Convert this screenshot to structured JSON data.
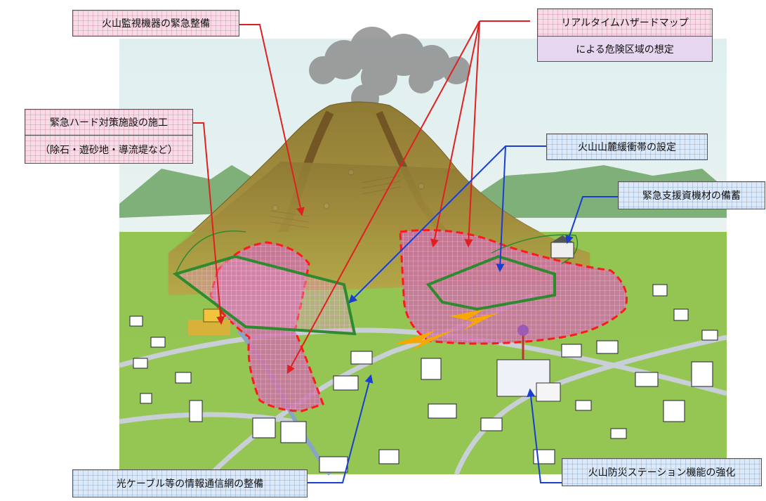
{
  "labels": {
    "monitoring": "火山監視機器の緊急整備",
    "hazard_map_line1": "リアルタイムハザードマップ",
    "hazard_map_line2": "による危険区域の想定",
    "hard_measures_line1": "緊急ハード対策施設の施工",
    "hard_measures_line2": "（除石・遊砂地・導流堤など）",
    "buffer_zone": "火山山麓緩衝帯の設定",
    "stockpile": "緊急支援資機材の備蓄",
    "fiber_network": "光ケーブル等の情報通信網の整備",
    "station": "火山防災ステーション機能の強化"
  },
  "colors": {
    "sky": "#eef3f2",
    "volcano": "#b19a3e",
    "ground": "#8fc24a",
    "hazard_zone": "#b85a8a",
    "buffer_outline": "#2f8a2f",
    "red_arrow": "#e02020",
    "blue_arrow": "#1a3fd0",
    "smoke": "#8f8f8f"
  },
  "icons": {
    "arrow_red": "arrow-red-icon",
    "arrow_blue": "arrow-blue-icon",
    "lightning": "lightning-icon",
    "antenna": "antenna-icon"
  }
}
